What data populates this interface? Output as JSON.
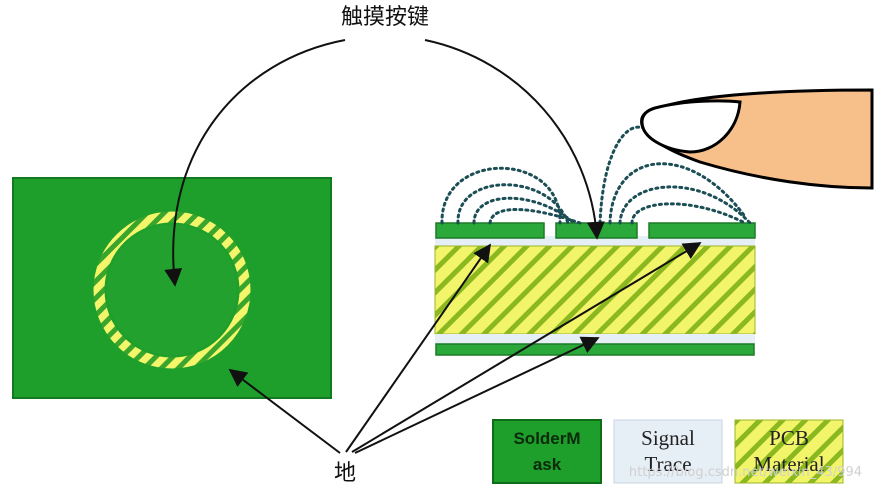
{
  "labels": {
    "touch_key": "触摸按键",
    "ground": "地"
  },
  "legend": {
    "solder_mask": {
      "line1": "SolderM",
      "line2": "ask"
    },
    "signal_trace": {
      "line1": "Signal",
      "line2": "Trace"
    },
    "pcb_material": {
      "line1": "PCB",
      "line2": "Material"
    }
  },
  "watermark": "https://blog.csdn.net/weixin_43/994",
  "colors": {
    "solder_mask_green": "#1e9e2a",
    "copper_green": "#2aa83a",
    "signal_trace_fill": "#e6eef6",
    "pcb_hatch_yellow": "#f2f56a",
    "pcb_hatch_green": "#8ab81e",
    "field_line_teal": "#1c4e55",
    "finger_skin": "#f7c08a",
    "nail": "#ffffff",
    "arrow": "#111111"
  }
}
